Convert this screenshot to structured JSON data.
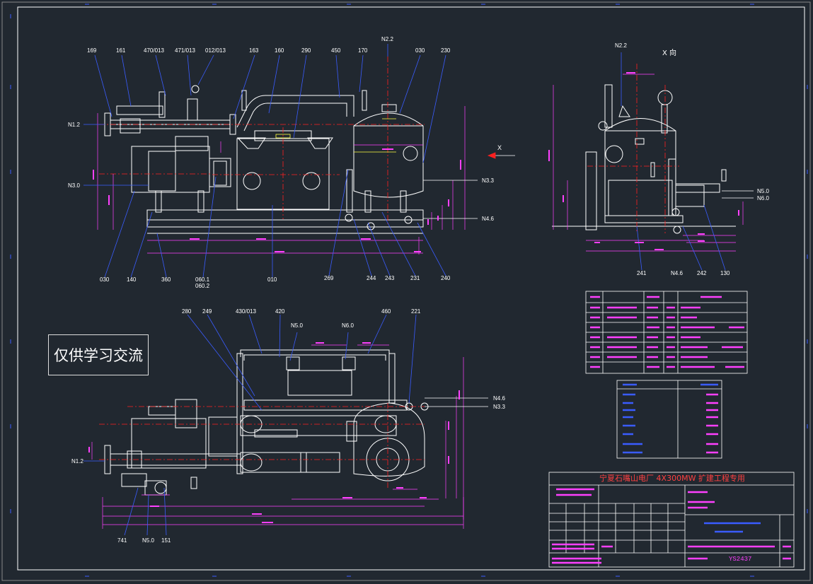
{
  "watermark": "仅供学习交流",
  "view_title": "X 向",
  "top_labels": [
    "169",
    "161",
    "470/013",
    "471/013",
    "012/013",
    "163",
    "160",
    "290",
    "450",
    "170",
    "030",
    "230"
  ],
  "front_bottom_labels": [
    "030",
    "140",
    "360",
    "060.1",
    "060.2",
    "010",
    "269",
    "244",
    "243",
    "231",
    "240"
  ],
  "side_bottom_labels": [
    "241",
    "N4.6",
    "242",
    "130"
  ],
  "plan_top_labels": [
    "280",
    "249",
    "430/013",
    "420",
    "N5.0",
    "N6.0",
    "460",
    "221"
  ],
  "plan_bottom_labels": [
    "741",
    "N5.0",
    "151"
  ],
  "nozzles": {
    "n22_front": "N2.2",
    "n22_side": "N2.2",
    "n12_front": "N1.2",
    "n30_front": "N3.0",
    "n33_front": "N3.3",
    "n46_front": "N4.6",
    "n50_side": "N5.0",
    "n60_side": "N6.0",
    "n46_plan": "N4.6",
    "n33_plan": "N3.3",
    "n12_plan": "N1.2"
  },
  "view_marker": "X",
  "title_block": {
    "project": "宁夏石嘴山电厂 4X300MW 扩建工程专用",
    "drawing_no": "YS2437"
  },
  "colors": {
    "background": "#212830",
    "frame": "#ffffff",
    "equipment": "#ffffff",
    "leader": "#3a5cff",
    "dimension": "#ff40ff",
    "centerline": "#ff2020",
    "yellow": "#ffff40",
    "tick": "#3a5cff"
  }
}
